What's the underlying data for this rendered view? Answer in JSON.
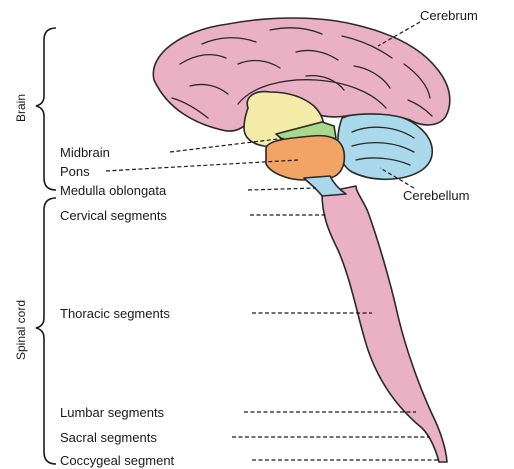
{
  "colors": {
    "cerebrum": "#eab0c3",
    "midbrain": "#f4eba8",
    "pons": "#f2a467",
    "medulla": "#a9d9ea",
    "cerebellum": "#a9d9ea",
    "midbrain_band": "#a8d88a",
    "spinal_cord": "#eab0c3"
  },
  "groups": {
    "brain": "Brain",
    "spinal_cord": "Spinal cord"
  },
  "labels": {
    "cerebrum": "Cerebrum",
    "midbrain": "Midbrain",
    "pons": "Pons",
    "medulla": "Medulla oblongata",
    "cerebellum": "Cerebellum",
    "cervical": "Cervical segments",
    "thoracic": "Thoracic segments",
    "lumbar": "Lumbar segments",
    "sacral": "Sacral segments",
    "coccygeal": "Coccygeal segment"
  }
}
